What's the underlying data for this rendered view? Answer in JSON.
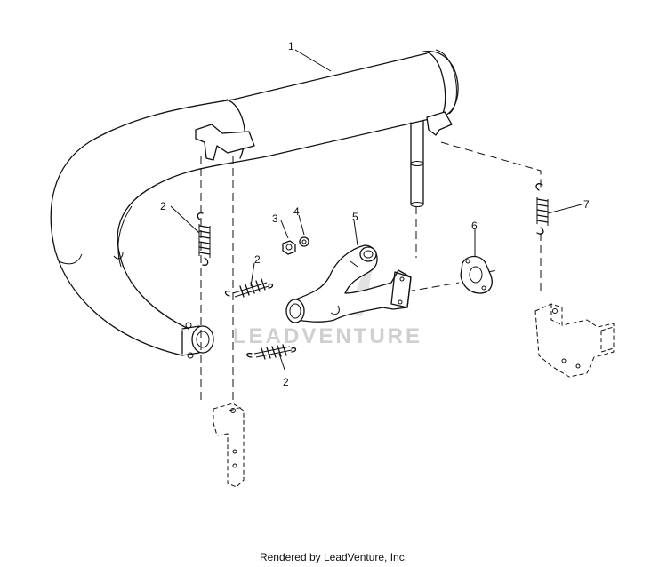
{
  "callouts": {
    "p1": "1",
    "p2a": "2",
    "p2b": "2",
    "p2c": "2",
    "p3": "3",
    "p4": "4",
    "p5": "5",
    "p6": "6",
    "p7": "7"
  },
  "watermark": "LEADVENTURE",
  "footer": "Rendered by LeadVenture, Inc."
}
